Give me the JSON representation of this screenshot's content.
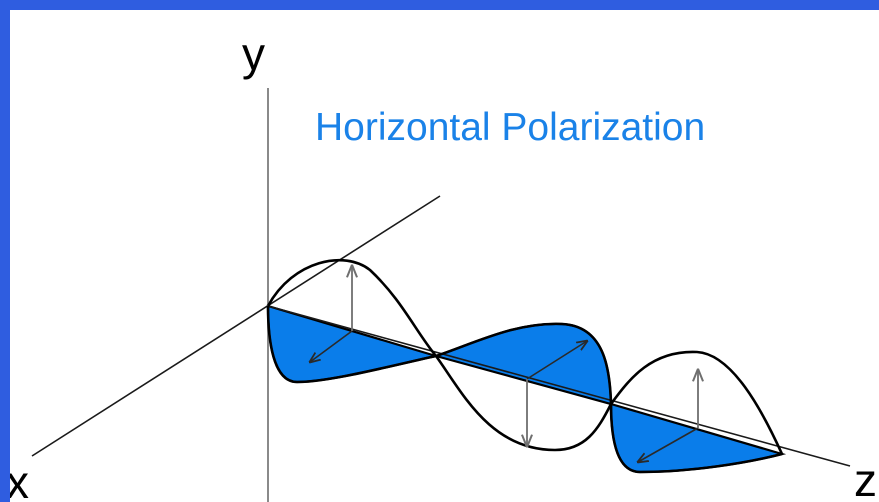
{
  "labels": {
    "y_axis": "y",
    "x_axis": "x",
    "z_axis": "z"
  },
  "title": {
    "text": "Horizontal Polarization",
    "color": "#1a82e8"
  },
  "colors": {
    "border": "#2f5de0",
    "background": "#ffffff",
    "fill": "#0a7dea"
  }
}
